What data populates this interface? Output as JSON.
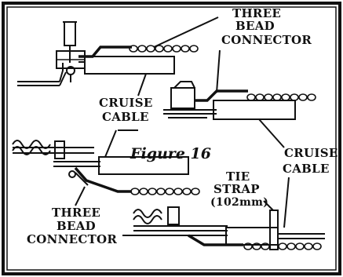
{
  "figure": {
    "title": "Figure 16",
    "labels": {
      "top_connector_line1": "THREE",
      "top_connector_line2": "BEAD",
      "top_connector_line3": "CONNECTOR",
      "cruise_cable_left_line1": "CRUISE",
      "cruise_cable_left_line2": "CABLE",
      "cruise_cable_right_line1": "CRUISE",
      "cruise_cable_right_line2": "CABLE",
      "bottom_connector_line1": "THREE",
      "bottom_connector_line2": "BEAD",
      "bottom_connector_line3": "CONNECTOR",
      "tie_strap_line1": "TIE",
      "tie_strap_line2": "STRAP",
      "tie_strap_line3": "(102mm)"
    }
  },
  "colors": {
    "ink": "#111111",
    "paper": "#ffffff"
  }
}
